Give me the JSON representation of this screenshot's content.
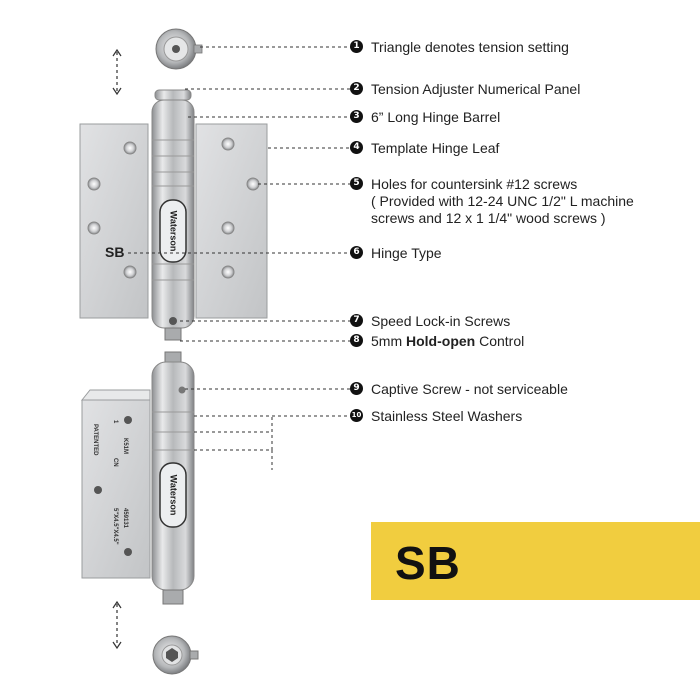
{
  "callouts": [
    {
      "num": "1",
      "text": "Triangle denotes tension setting"
    },
    {
      "num": "2",
      "text": "Tension Adjuster Numerical Panel"
    },
    {
      "num": "3",
      "text": "6” Long Hinge Barrel"
    },
    {
      "num": "4",
      "text": "Template Hinge Leaf"
    },
    {
      "num": "5",
      "text": "Holes for countersink #12 screws",
      "line2": "( Provided with 12-24 UNC 1/2\" L machine",
      "line3": "screws and 12 x 1 1/4\" wood screws )"
    },
    {
      "num": "6",
      "text": "Hinge Type"
    },
    {
      "num": "7",
      "text": "Speed Lock-in Screws"
    },
    {
      "num": "8",
      "text_pre": "5mm ",
      "text_bold": "Hold-open",
      "text_post": " Control"
    },
    {
      "num": "9",
      "text": "Captive Screw - not serviceable"
    },
    {
      "num": "10",
      "text": "Stainless Steel Washers"
    }
  ],
  "hinge_type_label": "SB",
  "banner_text": "SB",
  "brand": "Waterson",
  "leaf_markings": {
    "model": "K51M",
    "qty": "1",
    "origin": "CN",
    "patented": "PATENTED",
    "code": "459131",
    "size": "5\"X4.5\"X4.5\""
  },
  "colors": {
    "banner": "#f1cd3f",
    "metal": "#c9cbcd",
    "dash_line": "#333333"
  }
}
